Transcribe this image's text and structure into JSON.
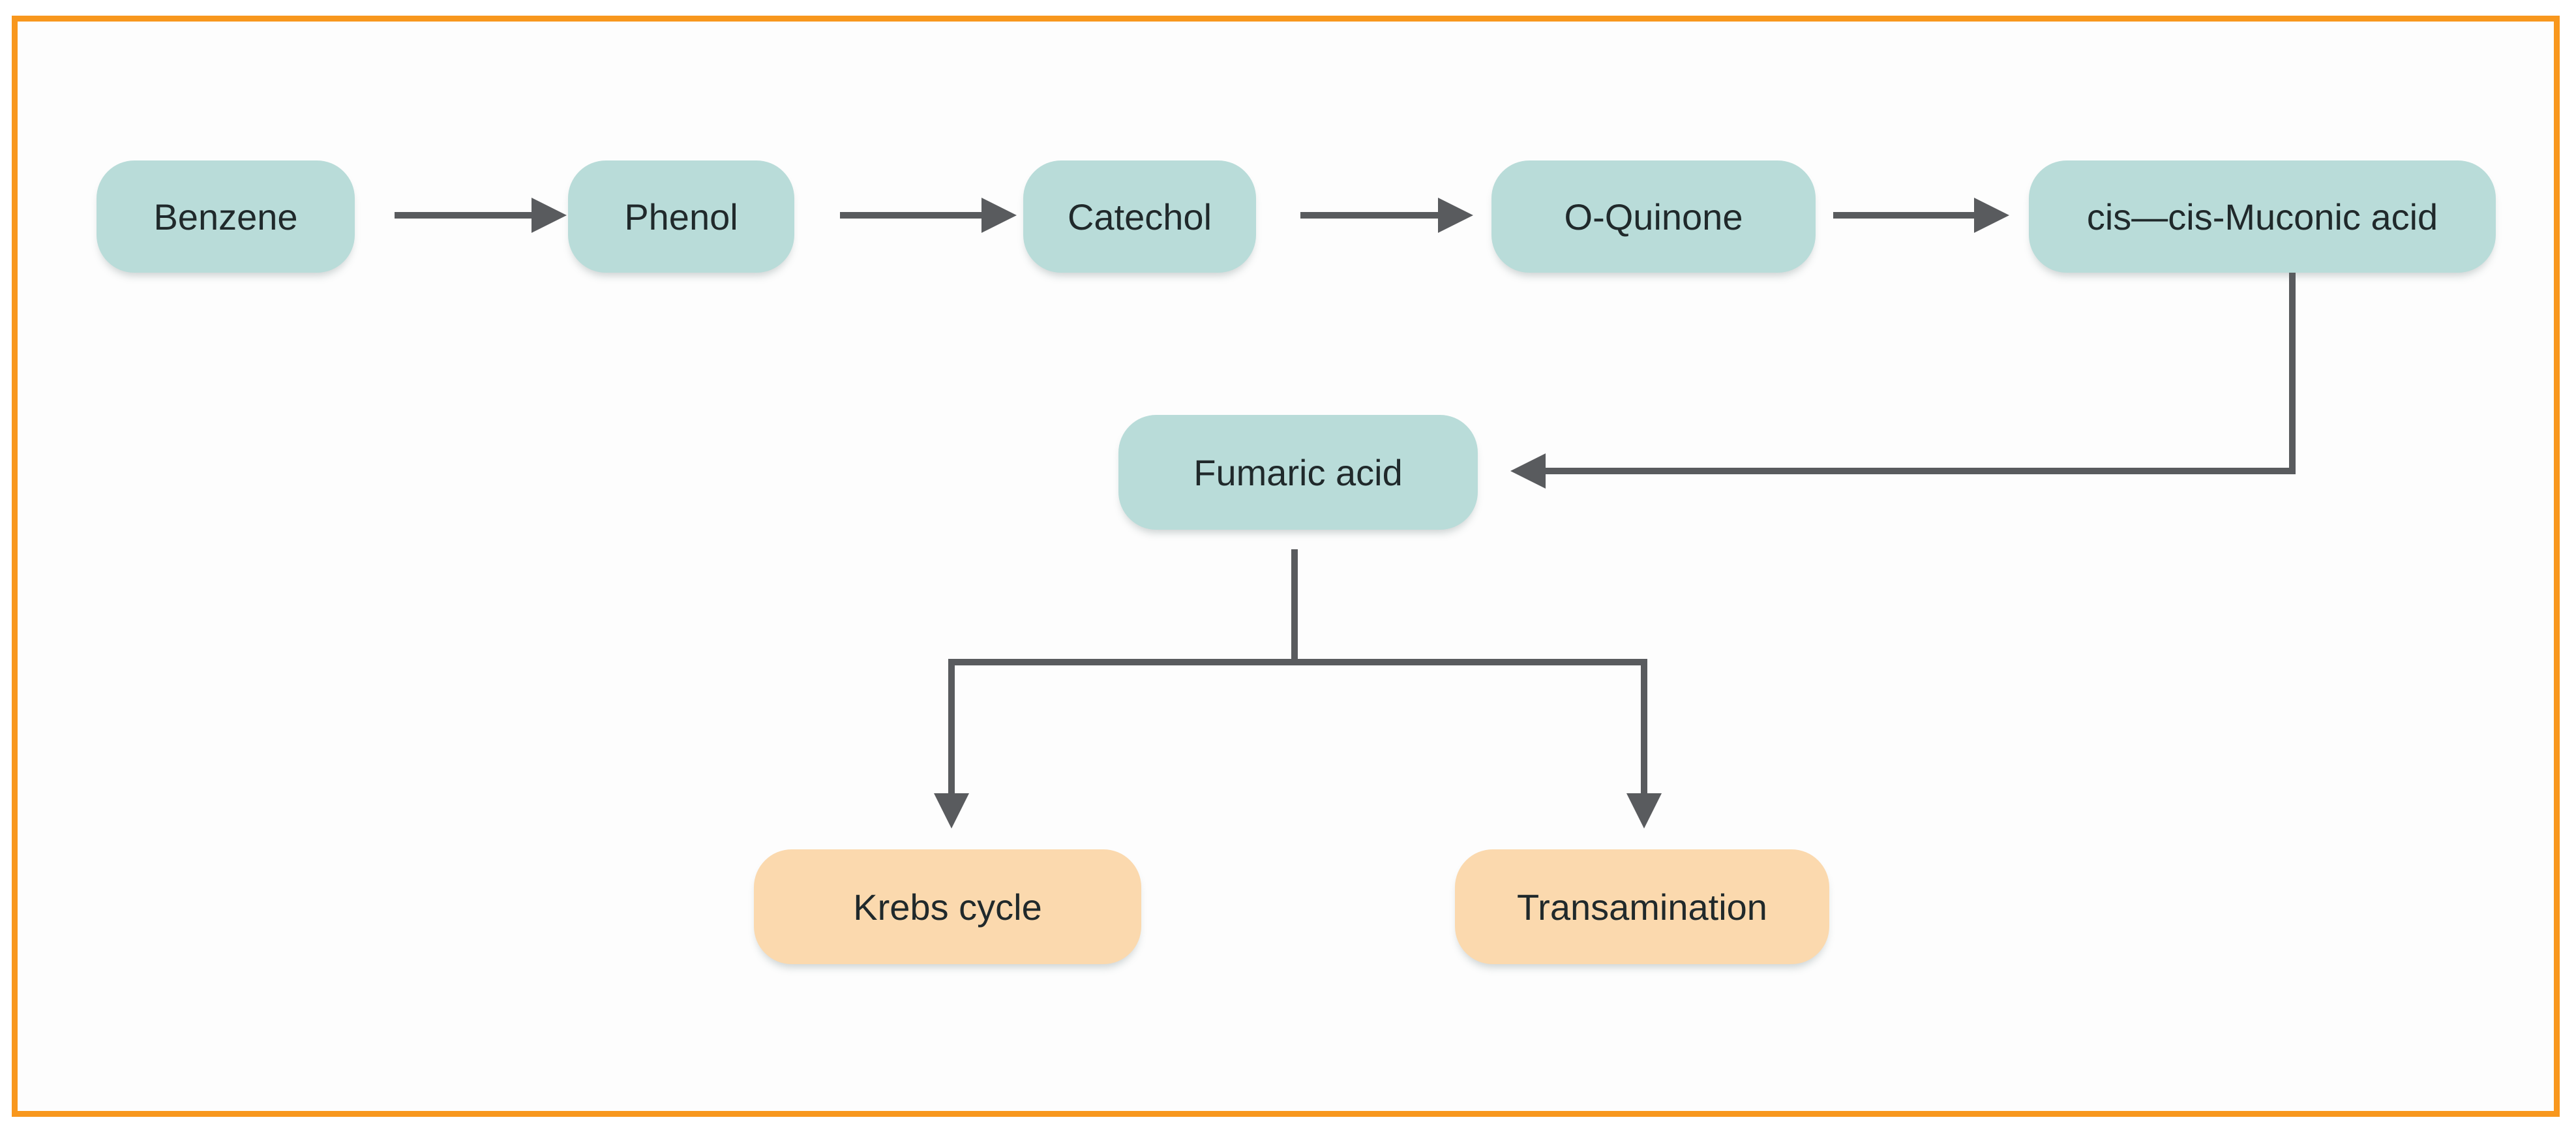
{
  "frame": {
    "border_color": "#F8971D",
    "background_color": "#FDFDFD"
  },
  "palette": {
    "metabolite_node_fill": "#B9DCD9",
    "fate_node_fill": "#FBD9AE",
    "arrow_color": "#595B5E",
    "node_text_color": "#20292B"
  },
  "diagram": {
    "type": "flowchart",
    "nodes": {
      "benzene": {
        "label": "Benzene",
        "fill": "#B9DCD9"
      },
      "phenol": {
        "label": "Phenol",
        "fill": "#B9DCD9"
      },
      "catechol": {
        "label": "Catechol",
        "fill": "#B9DCD9"
      },
      "o_quinone": {
        "label": "O-Quinone",
        "fill": "#B9DCD9"
      },
      "muconic_acid": {
        "label": "cis—cis-Muconic acid",
        "fill": "#B9DCD9"
      },
      "fumaric_acid": {
        "label": "Fumaric acid",
        "fill": "#B9DCD9"
      },
      "krebs_cycle": {
        "label": "Krebs cycle",
        "fill": "#FBD9AE"
      },
      "transamination": {
        "label": "Transamination",
        "fill": "#FBD9AE"
      }
    },
    "edges": [
      {
        "from": "Benzene",
        "to": "Phenol"
      },
      {
        "from": "Phenol",
        "to": "Catechol"
      },
      {
        "from": "Catechol",
        "to": "O-Quinone"
      },
      {
        "from": "O-Quinone",
        "to": "cis—cis-Muconic acid"
      },
      {
        "from": "cis—cis-Muconic acid",
        "to": "Fumaric acid"
      },
      {
        "from": "Fumaric acid",
        "to": "Krebs cycle"
      },
      {
        "from": "Fumaric acid",
        "to": "Transamination"
      }
    ]
  }
}
